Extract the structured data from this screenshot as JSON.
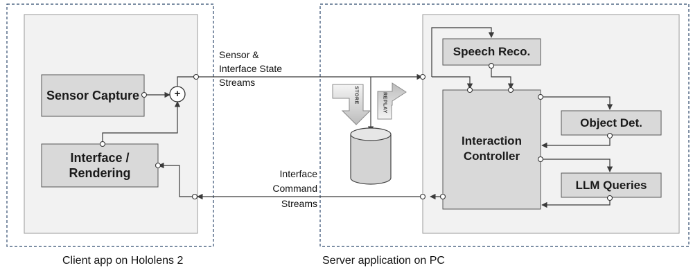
{
  "client": {
    "caption": "Client app on Hololens 2",
    "sensor_capture": "Sensor Capture",
    "interface_rendering": "Interface / Rendering",
    "plus_symbol": "+"
  },
  "server": {
    "caption": "Server application on PC",
    "speech_reco": "Speech Reco.",
    "interaction_controller": "Interaction Controller",
    "object_det": "Object Det.",
    "llm_queries": "LLM Queries"
  },
  "streams": {
    "sensor_label_1": "Sensor &",
    "sensor_label_2": "Interface State",
    "sensor_label_3": "Streams",
    "command_label_1": "Interface",
    "command_label_2": "Command",
    "command_label_3": "Streams"
  },
  "storage": {
    "store_label": "STORE",
    "replay_label": "REPLAY"
  },
  "colors": {
    "box_fill": "#d9d9d9",
    "panel_fill": "#f2f2f2",
    "line": "#3a3a3a",
    "dashed_border": "#2f4a6d"
  }
}
